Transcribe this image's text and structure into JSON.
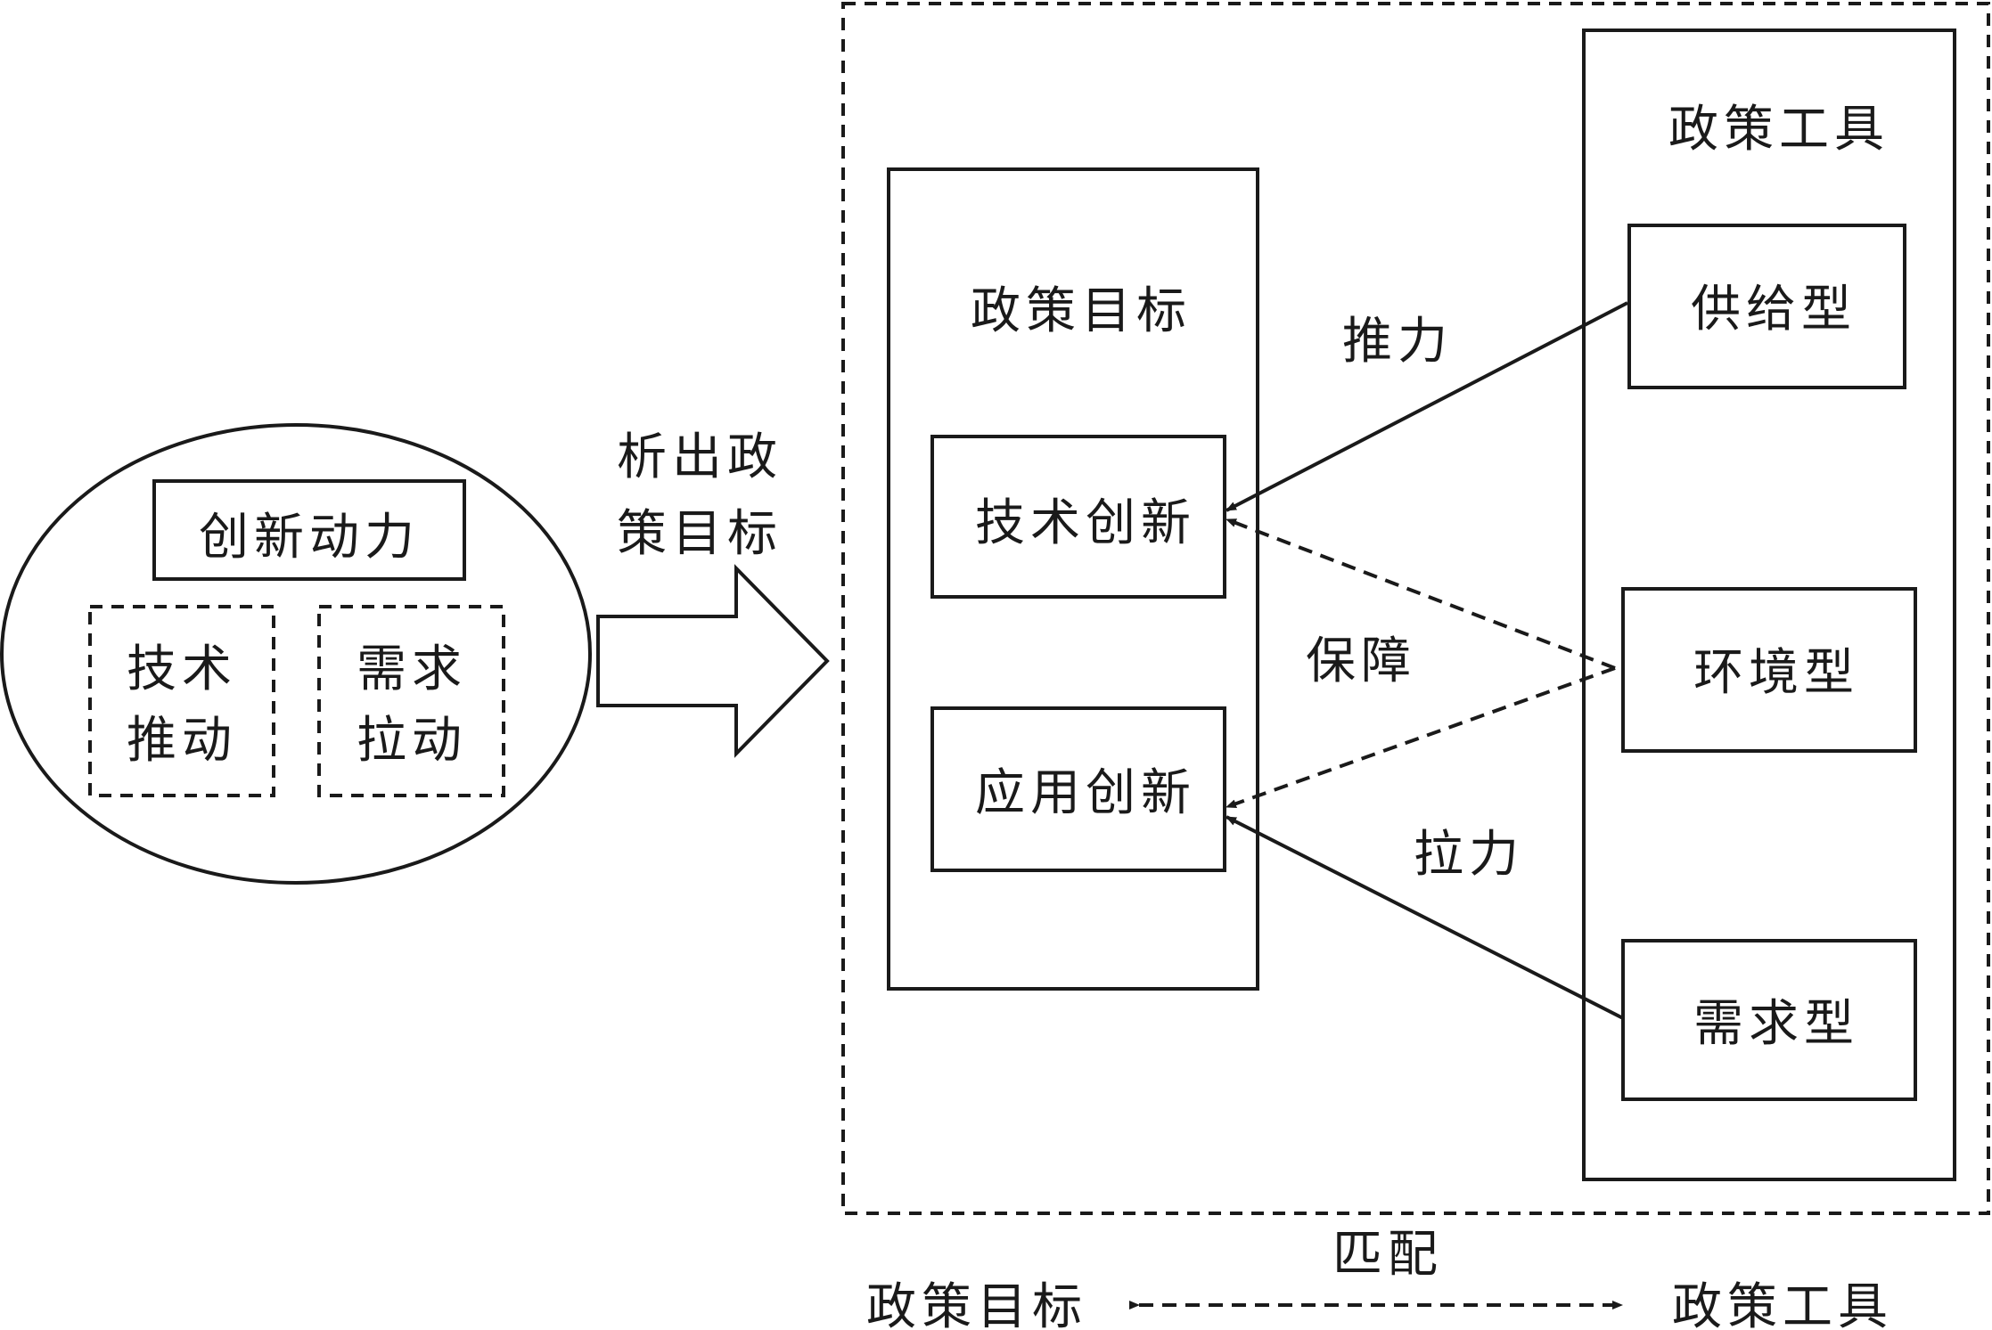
{
  "left_group": {
    "title": "创新动力",
    "item_tech": [
      "技术",
      "推动"
    ],
    "item_demand": [
      "需求",
      "拉动"
    ]
  },
  "big_arrow_label": [
    "析出政",
    "策目标"
  ],
  "goals_panel": {
    "title": "政策目标",
    "tech_innovation": "技术创新",
    "app_innovation": "应用创新"
  },
  "tools_panel": {
    "title": "政策工具",
    "supply": "供给型",
    "environment": "环境型",
    "demand": "需求型"
  },
  "relations": {
    "push": "推力",
    "guarantee": "保障",
    "pull": "拉力"
  },
  "legend": {
    "match_label": "匹配",
    "left": "政策目标",
    "right": "政策工具"
  }
}
